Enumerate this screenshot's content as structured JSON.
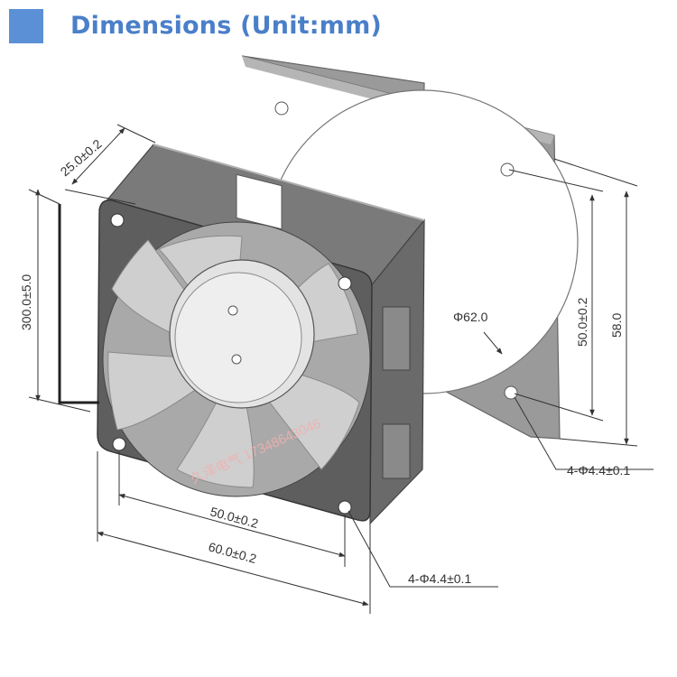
{
  "header": {
    "title": "Dimensions (Unit:mm)",
    "accent_color": "#5b8fd6",
    "title_color": "#4a7fc9"
  },
  "labels": {
    "depth": "25.0±0.2",
    "cable_length": "300.0±5.0",
    "hole_spacing_bottom": "50.0±0.2",
    "frame_width": "60.0±0.2",
    "hole_spec_bottom": "4-Φ4.4±0.1",
    "gasket_opening": "Φ62.0",
    "hole_spacing_side": "50.0±0.2",
    "gasket_height": "58.0",
    "hole_spec_gasket": "4-Φ4.4±0.1"
  },
  "watermark": "久泽电气 17348643046",
  "colors": {
    "line": "#333333",
    "frame_dark": "#6b6b6b",
    "frame_mid": "#8e8e8e",
    "blade": "#c9c9c9",
    "gasket": "#9a9a9a"
  }
}
